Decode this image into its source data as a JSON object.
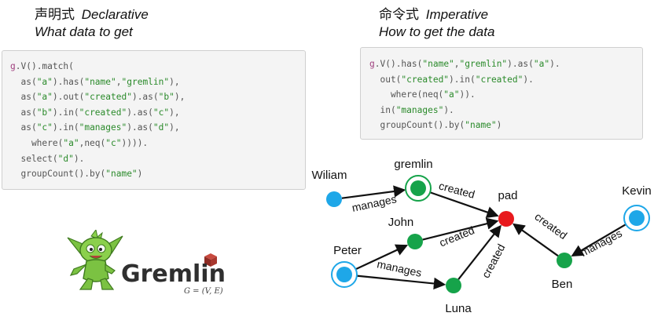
{
  "declarative": {
    "title_cn": "声明式",
    "title_en": "Declarative",
    "subtitle": "What data to get",
    "code": [
      [
        {
          "t": "g",
          "c": "var"
        },
        {
          "t": ".V().match("
        }
      ],
      [
        {
          "t": "  as("
        },
        {
          "t": "\"a\"",
          "c": "str"
        },
        {
          "t": ").has("
        },
        {
          "t": "\"name\"",
          "c": "str"
        },
        {
          "t": ","
        },
        {
          "t": "\"gremlin\"",
          "c": "str"
        },
        {
          "t": "),"
        }
      ],
      [
        {
          "t": "  as("
        },
        {
          "t": "\"a\"",
          "c": "str"
        },
        {
          "t": ").out("
        },
        {
          "t": "\"created\"",
          "c": "str"
        },
        {
          "t": ").as("
        },
        {
          "t": "\"b\"",
          "c": "str"
        },
        {
          "t": "),"
        }
      ],
      [
        {
          "t": "  as("
        },
        {
          "t": "\"b\"",
          "c": "str"
        },
        {
          "t": ").in("
        },
        {
          "t": "\"created\"",
          "c": "str"
        },
        {
          "t": ").as("
        },
        {
          "t": "\"c\"",
          "c": "str"
        },
        {
          "t": "),"
        }
      ],
      [
        {
          "t": "  as("
        },
        {
          "t": "\"c\"",
          "c": "str"
        },
        {
          "t": ").in("
        },
        {
          "t": "\"manages\"",
          "c": "str"
        },
        {
          "t": ").as("
        },
        {
          "t": "\"d\"",
          "c": "str"
        },
        {
          "t": "),"
        }
      ],
      [
        {
          "t": "    where("
        },
        {
          "t": "\"a\"",
          "c": "str"
        },
        {
          "t": ",neq("
        },
        {
          "t": "\"c\"",
          "c": "str"
        },
        {
          "t": "))))."
        }
      ],
      [
        {
          "t": "  select("
        },
        {
          "t": "\"d\"",
          "c": "str"
        },
        {
          "t": ")."
        }
      ],
      [
        {
          "t": "  groupCount().by("
        },
        {
          "t": "\"name\"",
          "c": "str"
        },
        {
          "t": ")"
        }
      ]
    ]
  },
  "imperative": {
    "title_cn": "命令式",
    "title_en": "Imperative",
    "subtitle": "How to get the data",
    "code": [
      [
        {
          "t": "g",
          "c": "var"
        },
        {
          "t": ".V().has("
        },
        {
          "t": "\"name\"",
          "c": "str"
        },
        {
          "t": ","
        },
        {
          "t": "\"gremlin\"",
          "c": "str"
        },
        {
          "t": ").as("
        },
        {
          "t": "\"a\"",
          "c": "str"
        },
        {
          "t": ")."
        }
      ],
      [
        {
          "t": "  out("
        },
        {
          "t": "\"created\"",
          "c": "str"
        },
        {
          "t": ").in("
        },
        {
          "t": "\"created\"",
          "c": "str"
        },
        {
          "t": ")."
        }
      ],
      [
        {
          "t": "    where(neq("
        },
        {
          "t": "\"a\"",
          "c": "str"
        },
        {
          "t": "))."
        }
      ],
      [
        {
          "t": "  in("
        },
        {
          "t": "\"manages\"",
          "c": "str"
        },
        {
          "t": ")."
        }
      ],
      [
        {
          "t": "  groupCount().by("
        },
        {
          "t": "\"name\"",
          "c": "str"
        },
        {
          "t": ")"
        }
      ]
    ]
  },
  "logo": {
    "wordmark": "Gremlin",
    "formula": "G = (V, E)"
  },
  "graph": {
    "colors": {
      "person": "#1ea7e8",
      "software": "#16a34a",
      "target": "#e8191d",
      "edge": "#111111"
    },
    "nodes": [
      {
        "id": "wiliam",
        "label": "Wiliam",
        "kind": "person"
      },
      {
        "id": "gremlin",
        "label": "gremlin",
        "kind": "software",
        "ring": true
      },
      {
        "id": "pad",
        "label": "pad",
        "kind": "target"
      },
      {
        "id": "kevin",
        "label": "Kevin",
        "kind": "person",
        "ring": true
      },
      {
        "id": "john",
        "label": "John",
        "kind": "software"
      },
      {
        "id": "peter",
        "label": "Peter",
        "kind": "person",
        "ring": true
      },
      {
        "id": "luna",
        "label": "Luna",
        "kind": "software"
      },
      {
        "id": "ben",
        "label": "Ben",
        "kind": "software"
      }
    ],
    "edges": [
      {
        "from": "wiliam",
        "to": "gremlin",
        "label": "manages"
      },
      {
        "from": "gremlin",
        "to": "pad",
        "label": "created"
      },
      {
        "from": "john",
        "to": "pad",
        "label": "created"
      },
      {
        "from": "luna",
        "to": "pad",
        "label": "created"
      },
      {
        "from": "ben",
        "to": "pad",
        "label": "created"
      },
      {
        "from": "kevin",
        "to": "ben",
        "label": "manages"
      },
      {
        "from": "peter",
        "to": "john",
        "label": ""
      },
      {
        "from": "peter",
        "to": "luna",
        "label": "manages"
      }
    ]
  }
}
